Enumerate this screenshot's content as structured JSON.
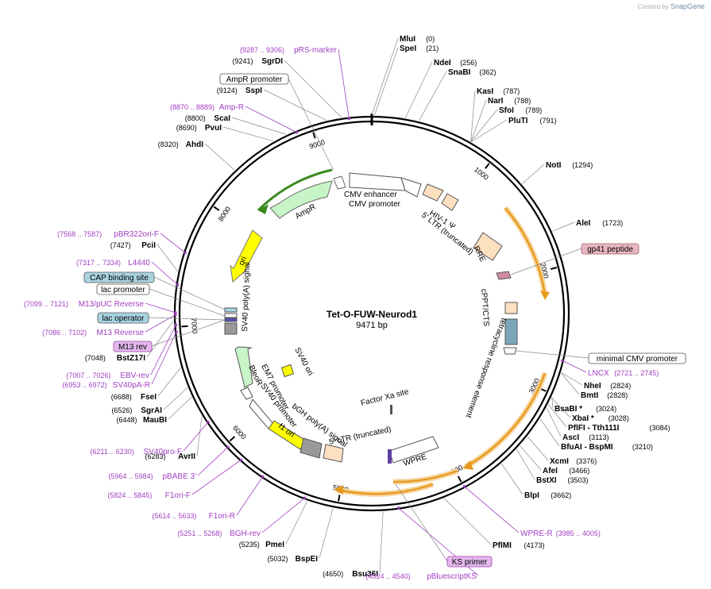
{
  "brand": {
    "prefix": "Created by",
    "name": "SnapGene"
  },
  "plasmid": {
    "name": "Tet-O-FUW-Neurod1",
    "length": 9471,
    "length_label": "9471 bp"
  },
  "ring_ticks": [
    {
      "pos": 1000,
      "label": "1000"
    },
    {
      "pos": 2000,
      "label": "2000"
    },
    {
      "pos": 3000,
      "label": "3000"
    },
    {
      "pos": 4000,
      "label": "4000"
    },
    {
      "pos": 5000,
      "label": "5000"
    },
    {
      "pos": 6000,
      "label": "6000"
    },
    {
      "pos": 7000,
      "label": "7000"
    },
    {
      "pos": 8000,
      "label": "8000"
    },
    {
      "pos": 9000,
      "label": "9000"
    }
  ],
  "sites": [
    {
      "side": "R",
      "name": "MluI",
      "pos": "(0)",
      "at": 0
    },
    {
      "side": "R",
      "name": "SpeI",
      "pos": "(21)",
      "at": 21
    },
    {
      "side": "R",
      "name": "NdeI",
      "pos": "(256)",
      "at": 256
    },
    {
      "side": "R",
      "name": "SnaBI",
      "pos": "(362)",
      "at": 362
    },
    {
      "side": "R",
      "name": "KasI",
      "pos": "(787)",
      "at": 787
    },
    {
      "side": "R",
      "name": "NarI",
      "pos": "(788)",
      "at": 788
    },
    {
      "side": "R",
      "name": "SfoI",
      "pos": "(789)",
      "at": 789
    },
    {
      "side": "R",
      "name": "PluTI",
      "pos": "(791)",
      "at": 791
    },
    {
      "side": "R",
      "name": "NotI",
      "pos": "(1294)",
      "at": 1294
    },
    {
      "side": "R",
      "name": "AleI",
      "pos": "(1723)",
      "at": 1723
    },
    {
      "side": "R",
      "name": "NheI",
      "pos": "(2824)",
      "at": 2824
    },
    {
      "side": "R",
      "name": "BmtI",
      "pos": "(2828)",
      "at": 2828
    },
    {
      "side": "R",
      "name": "BsaBI *",
      "pos": "(3024)",
      "at": 3024
    },
    {
      "side": "R",
      "name": "XbaI *",
      "pos": "(3028)",
      "at": 3028
    },
    {
      "side": "R",
      "name": "PflFI - Tth111I",
      "pos": "(3084)",
      "at": 3084
    },
    {
      "side": "R",
      "name": "AscI",
      "pos": "(3113)",
      "at": 3113
    },
    {
      "side": "R",
      "name": "BfuAI - BspMI",
      "pos": "(3210)",
      "at": 3210
    },
    {
      "side": "R",
      "name": "XcmI",
      "pos": "(3376)",
      "at": 3376
    },
    {
      "side": "R",
      "name": "AfeI",
      "pos": "(3466)",
      "at": 3466
    },
    {
      "side": "R",
      "name": "BstXI",
      "pos": "(3503)",
      "at": 3503
    },
    {
      "side": "R",
      "name": "BlpI",
      "pos": "(3662)",
      "at": 3662
    },
    {
      "side": "R",
      "name": "PflMI",
      "pos": "(4173)",
      "at": 4173
    },
    {
      "side": "L",
      "name": "Bsu36I",
      "pos": "(4650)",
      "at": 4650
    },
    {
      "side": "L",
      "name": "BspEI",
      "pos": "(5032)",
      "at": 5032
    },
    {
      "side": "L",
      "name": "PmeI",
      "pos": "(5235)",
      "at": 5235
    },
    {
      "side": "L",
      "name": "AvrII",
      "pos": "(6283)",
      "at": 6283
    },
    {
      "side": "L",
      "name": "MauBI",
      "pos": "(6448)",
      "at": 6448
    },
    {
      "side": "L",
      "name": "SgrAI",
      "pos": "(6526)",
      "at": 6526
    },
    {
      "side": "L",
      "name": "FseI",
      "pos": "(6688)",
      "at": 6688
    },
    {
      "side": "L",
      "name": "BstZ17I",
      "pos": "(7048)",
      "at": 7048
    },
    {
      "side": "L",
      "name": "PciI",
      "pos": "(7427)",
      "at": 7427
    },
    {
      "side": "L",
      "name": "AhdI",
      "pos": "(8320)",
      "at": 8320
    },
    {
      "side": "L",
      "name": "PvuI",
      "pos": "(8690)",
      "at": 8690
    },
    {
      "side": "L",
      "name": "ScaI",
      "pos": "(8800)",
      "at": 8800
    },
    {
      "side": "L",
      "name": "SspI",
      "pos": "(9124)",
      "at": 9124
    },
    {
      "side": "L",
      "name": "SgrDI",
      "pos": "(9241)",
      "at": 9241
    }
  ],
  "primers": [
    {
      "side": "L",
      "range": "(9287 .. 9306)",
      "name": "pRS-marker",
      "at": 9296
    },
    {
      "side": "L",
      "range": "(8870 .. 8889)",
      "name": "Amp-R",
      "at": 8880
    },
    {
      "side": "L",
      "range": "(7568 .. 7587)",
      "name": "pBR322ori-F",
      "at": 7578
    },
    {
      "side": "L",
      "range": "(7317 .. 7334)",
      "name": "L4440",
      "at": 7325
    },
    {
      "side": "L",
      "range": "(7099 .. 7121)",
      "name": "M13/pUC Reverse",
      "at": 7110
    },
    {
      "side": "L",
      "range": "(7086 .. 7102)",
      "name": "M13 Reverse",
      "at": 7094
    },
    {
      "side": "L",
      "range": "(7007 .. 7026)",
      "name": "EBV-rev",
      "at": 7016
    },
    {
      "side": "L",
      "range": "(6953 .. 6972)",
      "name": "SV40pA-R",
      "at": 6962
    },
    {
      "side": "L",
      "range": "(6211 .. 6230)",
      "name": "SV40pro-F",
      "at": 6220
    },
    {
      "side": "L",
      "range": "(5964 .. 5984)",
      "name": "pBABE 3'",
      "at": 5974
    },
    {
      "side": "L",
      "range": "(5824 .. 5845)",
      "name": "F1ori-F",
      "at": 5834
    },
    {
      "side": "L",
      "range": "(5614 .. 5633)",
      "name": "F1ori-R",
      "at": 5623
    },
    {
      "side": "L",
      "range": "(5251 .. 5268)",
      "name": "BGH-rev",
      "at": 5260
    },
    {
      "side": "L",
      "range": "(4524 .. 4540)",
      "name": "pBluescriptKS",
      "at": 4532
    },
    {
      "side": "R",
      "range": "(3985 .. 4005)",
      "name": "WPRE-R",
      "at": 3995
    },
    {
      "side": "R",
      "range": "(2721 .. 2745)",
      "name": "LNCX",
      "at": 2733
    }
  ],
  "boxed_labels": [
    {
      "id": "amp-promoter",
      "text": "AmpR promoter",
      "fill": "#ffffff",
      "stroke": "#555555"
    },
    {
      "id": "cap-binding-site",
      "text": "CAP binding site",
      "fill": "#a8d4e0",
      "stroke": "#555555"
    },
    {
      "id": "lac-promoter",
      "text": "lac promoter",
      "fill": "#ffffff",
      "stroke": "#555555"
    },
    {
      "id": "lac-operator",
      "text": "lac operator",
      "fill": "#a8d4e0",
      "stroke": "#555555"
    },
    {
      "id": "m13-rev",
      "text": "M13 rev",
      "fill": "#e3b8ee",
      "stroke": "#a040b0"
    },
    {
      "id": "gp41-peptide",
      "text": "gp41 peptide",
      "fill": "#e8b6c0",
      "stroke": "#a06070"
    },
    {
      "id": "minimal-cmv-promoter",
      "text": "minimal CMV promoter",
      "fill": "#ffffff",
      "stroke": "#555555"
    },
    {
      "id": "ks-primer",
      "text": "KS primer",
      "fill": "#e3b8ee",
      "stroke": "#a040b0"
    }
  ],
  "features": [
    {
      "text": "CMV enhancer"
    },
    {
      "text": "CMV promoter"
    },
    {
      "text": "HIV-1 Ψ"
    },
    {
      "text": "5' LTR (truncated)"
    },
    {
      "text": "RRE"
    },
    {
      "text": "cPPT/CTS"
    },
    {
      "text": "tetracycline response element"
    },
    {
      "text": "WPRE"
    },
    {
      "text": "Factor Xa site"
    },
    {
      "text": "5' LTR (truncated)"
    },
    {
      "text": "bGH poly(A) signal"
    },
    {
      "text": "f1 ori"
    },
    {
      "text": "SV40 promoter"
    },
    {
      "text": "EM7 promoter"
    },
    {
      "text": "BleoR"
    },
    {
      "text": "SV40 ori"
    },
    {
      "text": "SV40 poly(A) signal"
    },
    {
      "text": "ori"
    },
    {
      "text": "AmpR"
    }
  ],
  "colors": {
    "enzyme": "#000000",
    "primer": "#a040c0",
    "ring": "#000000",
    "amp": "#c8f5c8",
    "amp_dark": "#3a8a20",
    "ori": "#ffff00",
    "orange_arc": "#f0a020",
    "peach": "#fde0c0"
  }
}
